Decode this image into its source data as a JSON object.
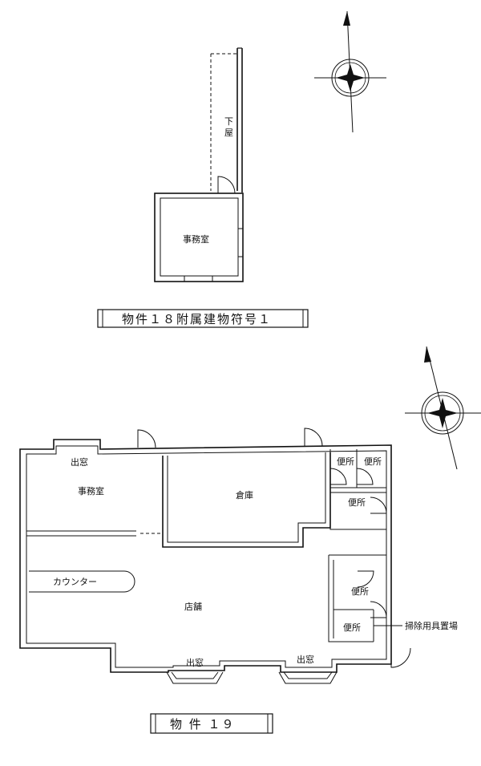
{
  "annex": {
    "caption": "物件１８附属建物符号１",
    "shed_label": "下屋",
    "office_label": "事務室"
  },
  "main": {
    "caption": "物 件 １９",
    "office_label": "事務室",
    "window_left_label": "出窓",
    "warehouse_label": "倉庫",
    "toilet_labels": [
      "便所",
      "便所",
      "便所",
      "便所",
      "便所"
    ],
    "counter_label": "カウンター",
    "shop_label": "店舗",
    "cleaning_label": "掃除用具置場",
    "window_bottom_left_label": "出窓",
    "window_bottom_right_label": "出窓"
  }
}
